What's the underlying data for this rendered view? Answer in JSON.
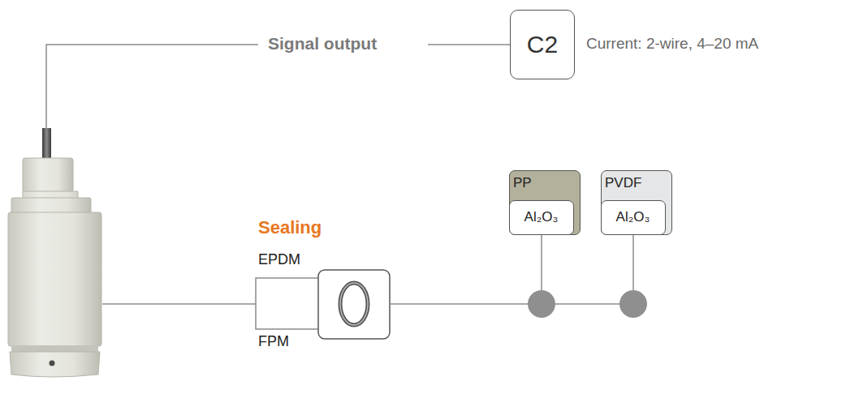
{
  "diagram": {
    "nodes": [
      {
        "text": [
          "C2"
        ]
      },
      {
        "text": [
          "PP"
        ]
      },
      {
        "text": [
          "Al₂O₃"
        ],
        "in": 1
      },
      {
        "text": [
          "PVDF"
        ]
      },
      {
        "text": [
          "Al₂O₃"
        ],
        "in": 3
      }
    ],
    "labels": [
      "Signal output",
      "Current: 2-wire, 4–20 mA",
      "Sealing",
      "EPDM",
      "FPM"
    ]
  }
}
